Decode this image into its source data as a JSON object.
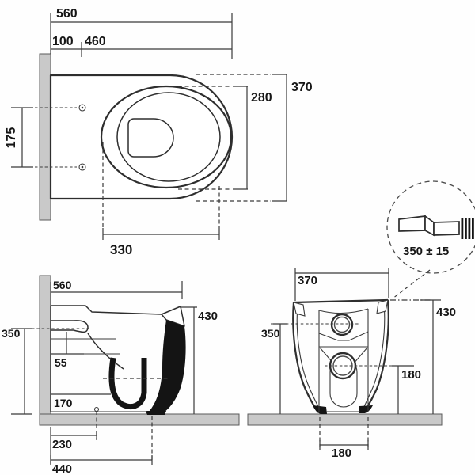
{
  "drawing": {
    "subject": "wall-faced toilet pan technical dimension drawing",
    "units": "mm",
    "colors": {
      "line": "#2e2e2e",
      "dark_fill": "#141414",
      "wall_floor_fill": "#c9c9c9",
      "background": "#ffffff",
      "text": "#161616"
    }
  },
  "views": {
    "top": {
      "overall_depth": "560",
      "hole_setback": "100",
      "hole_to_front": "460",
      "hole_spacing": "175",
      "seat_opening_width": "280",
      "pan_width": "370",
      "bowl_length": "330"
    },
    "side": {
      "depth": "560",
      "height": "430",
      "inlet_height": "350",
      "inlet_offset": "55",
      "ledge_height": "170",
      "fixing_setback": "230",
      "base_length": "440"
    },
    "front": {
      "width": "370",
      "height": "430",
      "inlet_height": "350",
      "outlet_height": "180",
      "foot_spacing": "180"
    },
    "detail": {
      "connector_tolerance": "350 ± 15"
    }
  }
}
